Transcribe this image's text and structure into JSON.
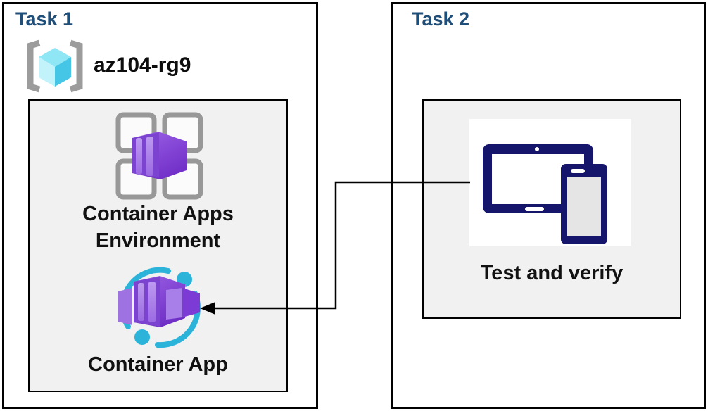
{
  "task1": {
    "title": "Task 1",
    "resource_group_name": "az104-rg9",
    "environment_label_line1": "Container Apps",
    "environment_label_line2": "Environment",
    "container_app_label": "Container App"
  },
  "task2": {
    "title": "Task 2",
    "test_label": "Test and verify"
  },
  "icons": {
    "resource_group": "resource-group-icon",
    "environment": "container-apps-environment-icon",
    "container_app": "container-app-icon",
    "devices": "tablet-phone-icon",
    "connector": "arrow-connector"
  },
  "colors": {
    "task_title_navy": "#1F4E79",
    "panel_fill": "#F1F1F1",
    "box_border": "#000000",
    "device_navy": "#15156B",
    "ring_cyan": "#2BB3DA",
    "container_purple_light": "#9C63E8",
    "container_purple_dark": "#7230C8",
    "container_left_face": "#7B43CF",
    "container_stripe": "#AC84EA",
    "cube_right_face": "#7B3BD4",
    "cube_front_face": "#A87FE9",
    "bracket_gray": "#9C9C9C",
    "grid_gray": "#989898",
    "rg_cube_top": "#8FE7F6",
    "rg_cube_left": "#C2F3FB",
    "rg_cube_right": "#46C6E6",
    "label_text": "#111111"
  }
}
